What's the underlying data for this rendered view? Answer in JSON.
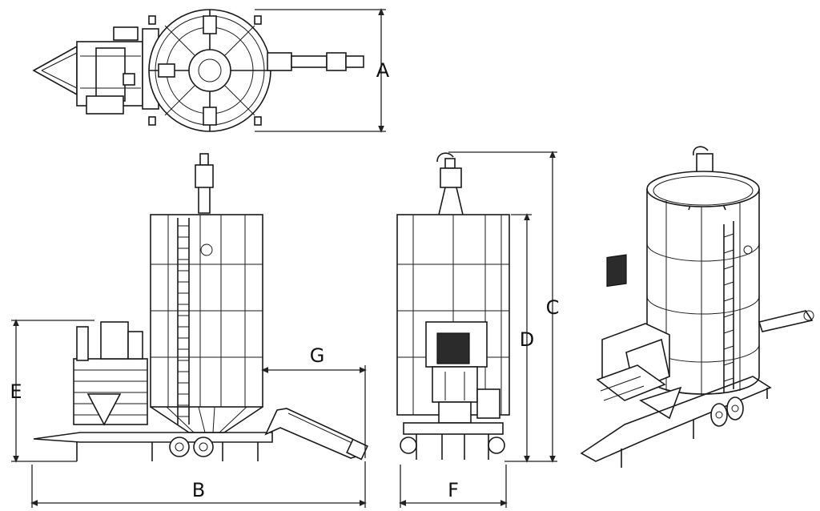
{
  "dimension_labels": {
    "a": "A",
    "b": "B",
    "c": "C",
    "d": "D",
    "e": "E",
    "f": "F",
    "g": "G"
  }
}
